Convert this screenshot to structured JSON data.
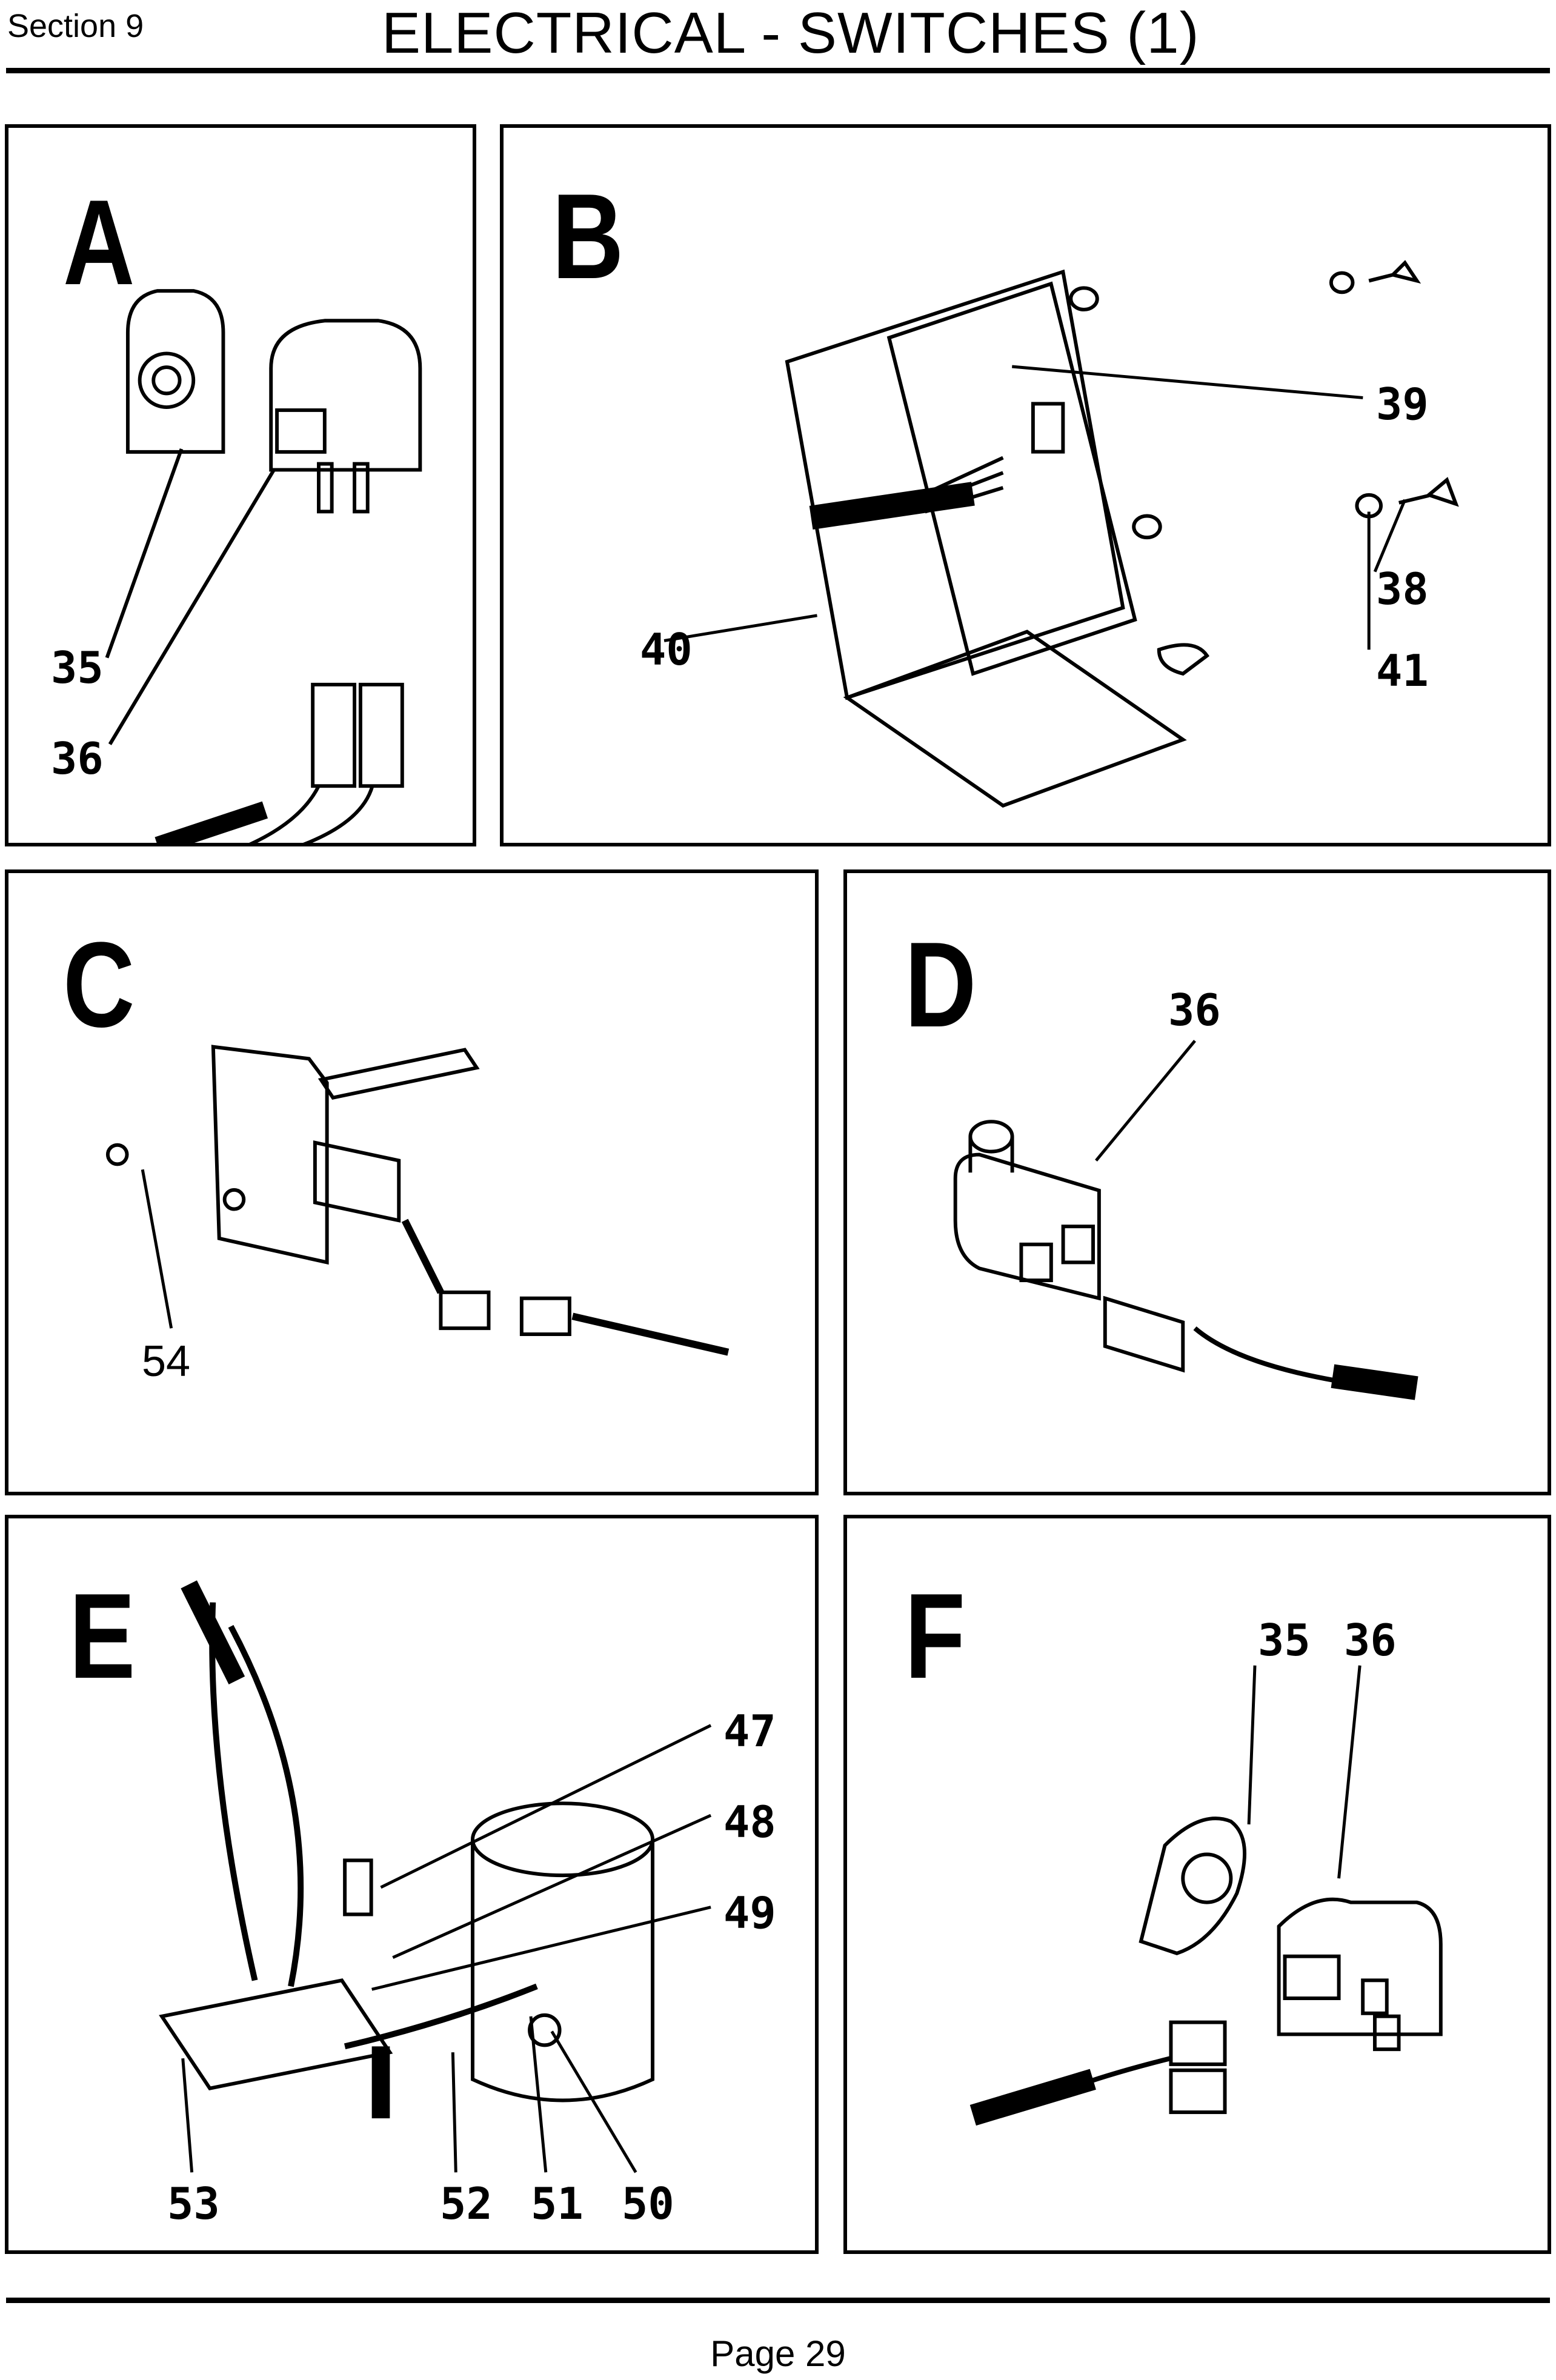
{
  "header": {
    "section": "Section 9",
    "title": "ELECTRICAL - SWITCHES (1)"
  },
  "panels": {
    "A": {
      "letter": "A",
      "callouts": [
        "35",
        "36"
      ]
    },
    "B": {
      "letter": "B",
      "callouts": [
        "39",
        "38",
        "40",
        "41"
      ]
    },
    "C": {
      "letter": "C",
      "callouts": [
        "54"
      ]
    },
    "D": {
      "letter": "D",
      "callouts": [
        "36"
      ]
    },
    "E": {
      "letter": "E",
      "callouts": [
        "47",
        "48",
        "49",
        "53",
        "52",
        "51",
        "50"
      ]
    },
    "F": {
      "letter": "F",
      "callouts": [
        "35",
        "36"
      ]
    }
  },
  "footer": {
    "page": "Page 29"
  }
}
